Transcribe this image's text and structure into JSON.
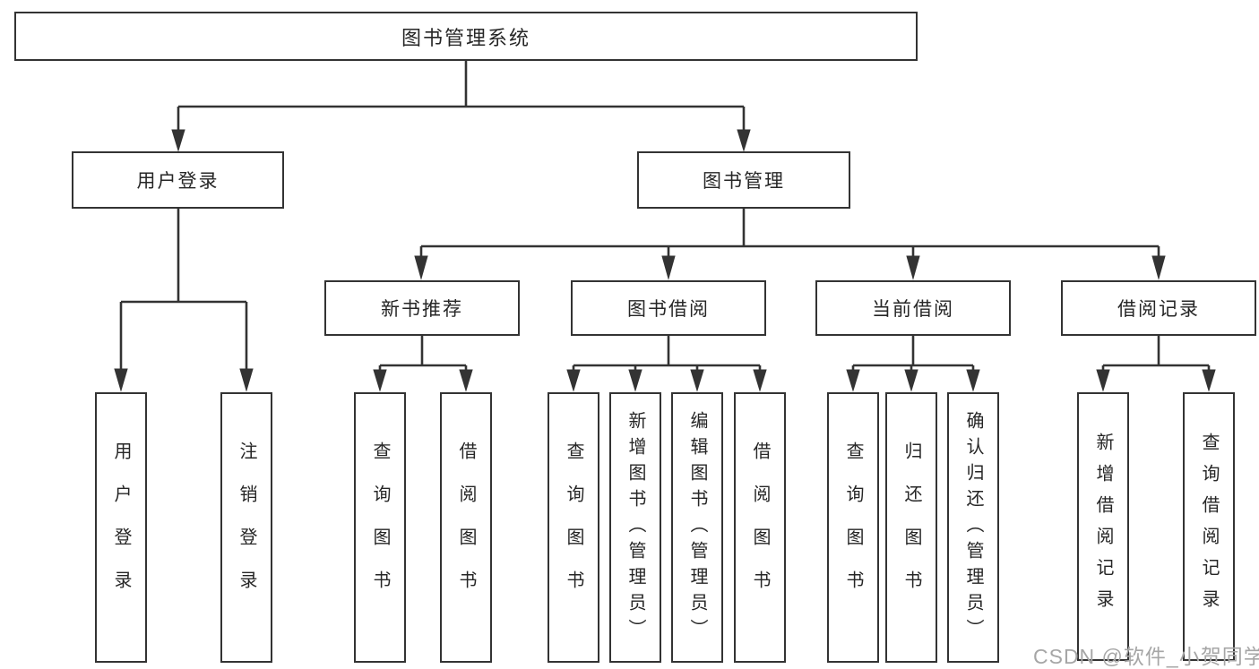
{
  "diagram": {
    "root": {
      "label": "图书管理系统"
    },
    "branches": [
      {
        "label": "用户登录",
        "children": [
          {
            "label": "用户登录"
          },
          {
            "label": "注销登录"
          }
        ]
      },
      {
        "label": "图书管理",
        "children": [
          {
            "label": "新书推荐",
            "children": [
              {
                "label": "查询图书"
              },
              {
                "label": "借阅图书"
              }
            ]
          },
          {
            "label": "图书借阅",
            "children": [
              {
                "label": "查询图书"
              },
              {
                "label": "新增图书（管理员）"
              },
              {
                "label": "编辑图书（管理员）"
              },
              {
                "label": "借阅图书"
              }
            ]
          },
          {
            "label": "当前借阅",
            "children": [
              {
                "label": "查询图书"
              },
              {
                "label": "归还图书"
              },
              {
                "label": "确认归还（管理员）"
              }
            ]
          },
          {
            "label": "借阅记录",
            "children": [
              {
                "label": "新增借阅记录"
              },
              {
                "label": "查询借阅记录"
              }
            ]
          }
        ]
      }
    ]
  },
  "watermark": {
    "text": "CSDN @软件_小贺同学"
  },
  "colors": {
    "line": "#333333",
    "text": "#262626",
    "box-bg": "#ffffff",
    "watermark": "#a6a6a6",
    "background": "#ffffff"
  }
}
